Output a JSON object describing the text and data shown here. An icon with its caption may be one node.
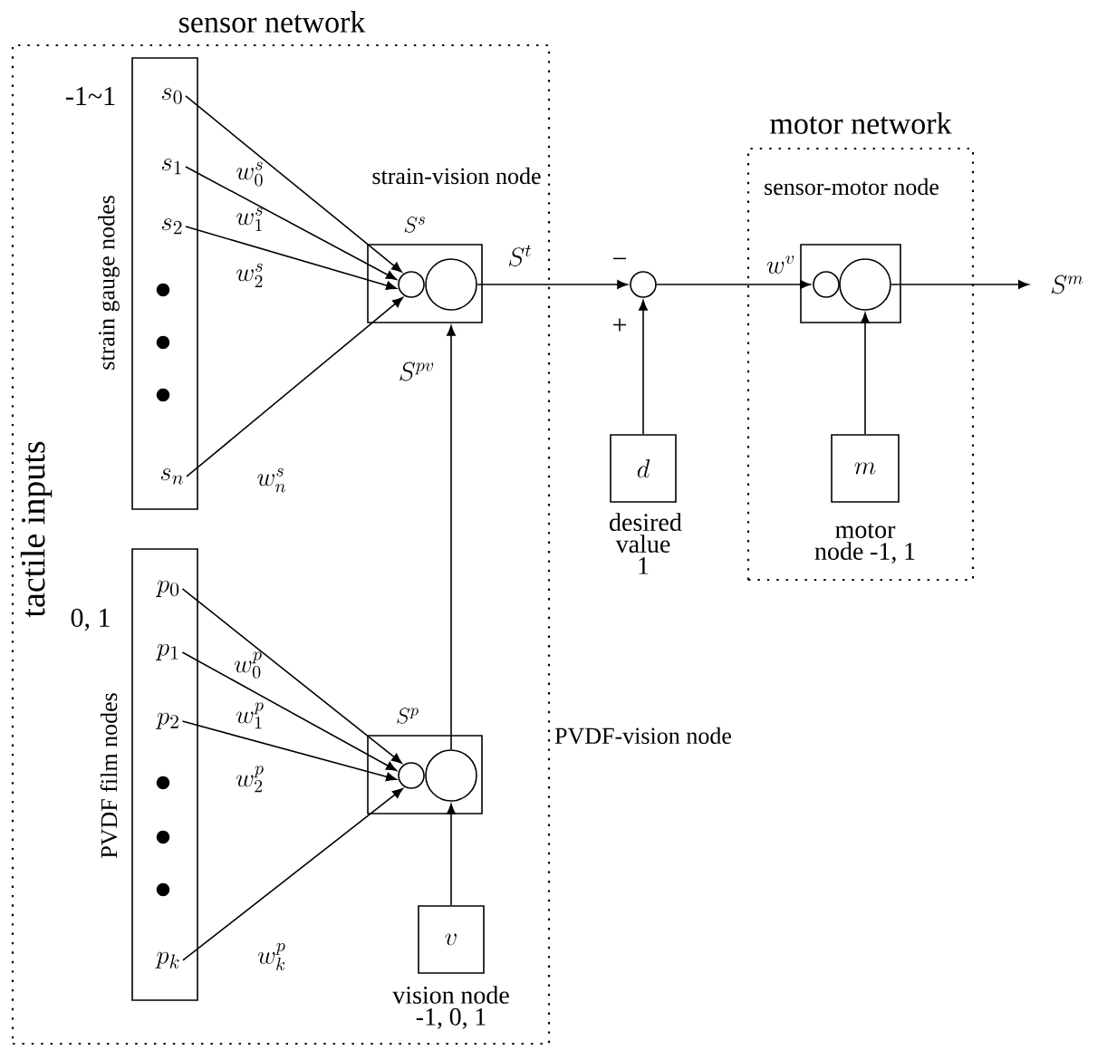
{
  "diagram": {
    "nodes": [
      {
        "text": [
          "sensor network"
        ]
      },
      {
        "text": [
          "strain gauge nodes"
        ],
        "in": 0
      },
      {
        "text": [
          "s_{0}"
        ],
        "in": 1
      },
      {
        "text": [
          "s_{1}"
        ],
        "in": 1
      },
      {
        "text": [
          "s_{2}"
        ],
        "in": 1
      },
      {
        "text": [
          "s_{n}"
        ],
        "in": 1
      },
      {
        "text": [
          "PVDF film nodes"
        ],
        "in": 0
      },
      {
        "text": [
          "p_{0}"
        ],
        "in": 6
      },
      {
        "text": [
          "p_{1}"
        ],
        "in": 6
      },
      {
        "text": [
          "p_{2}"
        ],
        "in": 6
      },
      {
        "text": [
          "p_{k}"
        ],
        "in": 6
      },
      {
        "text": [
          "strain-vision node",
          "S^{s}"
        ],
        "in": 0
      },
      {
        "text": [],
        "shape": "circle",
        "in": 11
      },
      {
        "text": [],
        "shape": "circle",
        "in": 11
      },
      {
        "text": [
          "S^{p}",
          "PVDF-vision node"
        ],
        "in": 0
      },
      {
        "text": [],
        "shape": "circle",
        "in": 14
      },
      {
        "text": [],
        "shape": "circle",
        "in": 14
      },
      {
        "text": [
          "v"
        ],
        "beside": [
          "vision node -1, 0, 1"
        ],
        "in": 0
      },
      {
        "text": [],
        "shape": "circle",
        "beside": [
          "−",
          "+"
        ]
      },
      {
        "text": [
          "d"
        ],
        "beside": [
          "desired value 1"
        ]
      },
      {
        "text": [
          "motor network"
        ]
      },
      {
        "text": [
          "sensor-motor node"
        ],
        "in": 20
      },
      {
        "text": [],
        "shape": "circle",
        "in": 21
      },
      {
        "text": [],
        "shape": "circle",
        "in": 21
      },
      {
        "text": [
          "m"
        ],
        "beside": [
          "motor node -1, 1"
        ],
        "in": 20
      }
    ],
    "edges": [
      {
        "from": 2,
        "to": 12,
        "arrow": "to",
        "label": "w^{s}_{0}"
      },
      {
        "from": 3,
        "to": 12,
        "arrow": "to",
        "label": "w^{s}_{1}"
      },
      {
        "from": 4,
        "to": 12,
        "arrow": "to",
        "label": "w^{s}_{2}"
      },
      {
        "from": 5,
        "to": 12,
        "arrow": "to",
        "label": "w^{s}_{n}"
      },
      {
        "from": 7,
        "to": 15,
        "arrow": "to",
        "label": "w^{p}_{0}"
      },
      {
        "from": 8,
        "to": 15,
        "arrow": "to",
        "label": "w^{p}_{1}"
      },
      {
        "from": 9,
        "to": 15,
        "arrow": "to",
        "label": "w^{p}_{2}"
      },
      {
        "from": 10,
        "to": 15,
        "arrow": "to",
        "label": "w^{p}_{k}"
      },
      {
        "from": 16,
        "to": 11,
        "arrow": "to",
        "label": "S^{pv}"
      },
      {
        "from": 17,
        "to": 16,
        "arrow": "to"
      },
      {
        "from": 13,
        "to": 18,
        "arrow": "to",
        "label": "S^{t}"
      },
      {
        "from": 19,
        "to": 18,
        "arrow": "to"
      },
      {
        "from": 18,
        "to": 22,
        "arrow": "to",
        "label": "w^{v}"
      },
      {
        "from": 24,
        "to": 23,
        "arrow": "to"
      },
      {
        "from": 23,
        "to": null,
        "arrow": "to",
        "label": "S^{m}"
      }
    ],
    "labels": [
      "-1~1",
      "tactile inputs",
      "0, 1"
    ]
  }
}
